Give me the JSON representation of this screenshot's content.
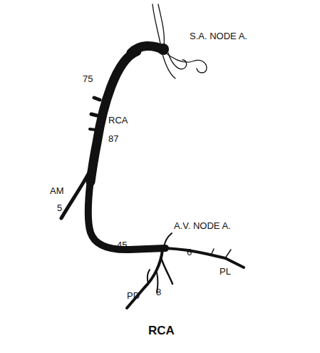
{
  "diagram": {
    "title": "RCA",
    "labels": [
      "S.A. NODE A.",
      "75",
      "RCA",
      "87",
      "AM",
      "5",
      "A.V. NODE A.",
      "45",
      "6",
      "PL",
      "PD",
      "8"
    ]
  }
}
